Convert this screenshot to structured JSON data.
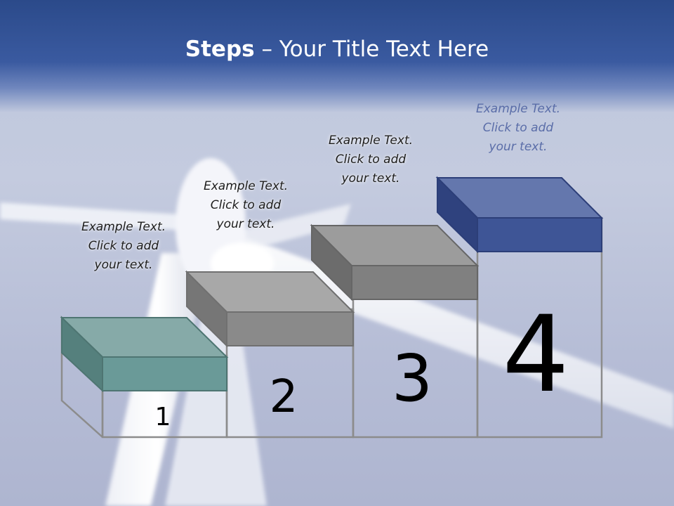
{
  "slide": {
    "title_bold": "Steps",
    "title_rest": " – Your Title Text Here"
  },
  "steps": [
    {
      "number": "1",
      "caption": [
        "Example Text.",
        "Click  to add",
        "your text."
      ],
      "color": "#6a9a98"
    },
    {
      "number": "2",
      "caption": [
        "Example Text.",
        "Click  to add",
        "your text."
      ],
      "color": "#8a8a8a"
    },
    {
      "number": "3",
      "caption": [
        "Example Text.",
        "Click  to add",
        "your text."
      ],
      "color": "#808080"
    },
    {
      "number": "4",
      "caption": [
        "Example Text.",
        "Click  to add",
        "your text."
      ],
      "color": "#3e5596"
    }
  ],
  "colors": {
    "title_band": "#2b4a8a",
    "step1": "#6a9a98",
    "step2": "#8a8a8a",
    "step3": "#808080",
    "step4": "#3e5596"
  }
}
